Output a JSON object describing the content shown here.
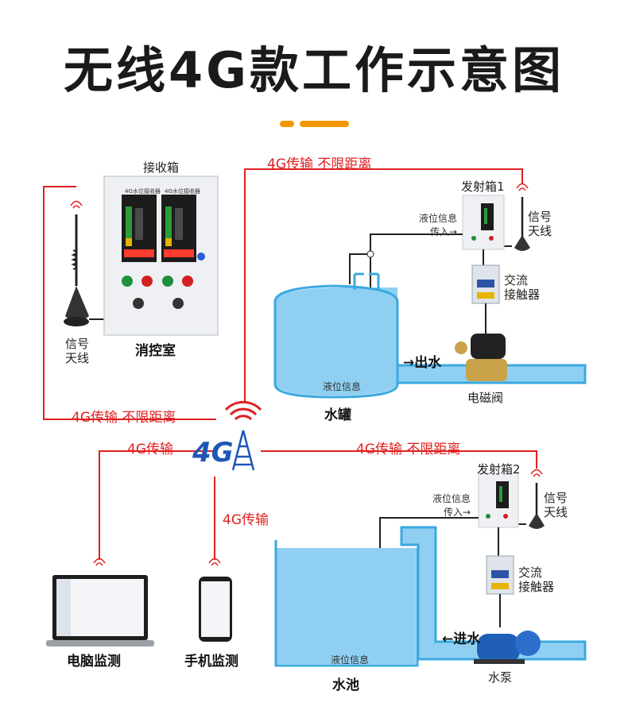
{
  "title": "无线4G款工作示意图",
  "receiver": {
    "box_label": "接收箱",
    "room_label": "消控室",
    "panel_label_1": "4G水位接收器",
    "panel_label_2": "4G水位接收器",
    "antenna_label": "信号\n天线"
  },
  "links": {
    "top": "4G传输 不限距离",
    "left": "4G传输 不限距离",
    "pc": "4G传输",
    "phone": "4G传输",
    "right": "4G传输 不限距离"
  },
  "tower_label": "4G",
  "transmitter1": {
    "label": "发射箱1",
    "antenna_label": "信号\n天线",
    "level_info": "液位信息\n传入→",
    "contactor": "交流\n接触器"
  },
  "tank": {
    "label": "水罐",
    "sensor_label": "液位信息",
    "outlet": "→出水",
    "valve": "电磁阀"
  },
  "transmitter2": {
    "label": "发射箱2",
    "antenna_label": "信号\n天线",
    "level_info": "液位信息\n传入→",
    "contactor": "交流\n接触器"
  },
  "pool": {
    "label": "水池",
    "sensor_label": "液位信息",
    "inlet": "←进水",
    "pump": "水泵"
  },
  "clients": {
    "pc": "电脑监测",
    "phone": "手机监测"
  },
  "colors": {
    "signal_line": "#e02020",
    "water": "#8fd0f2",
    "pipe": "#3aa9e0",
    "accent_orange": "#f39800"
  }
}
